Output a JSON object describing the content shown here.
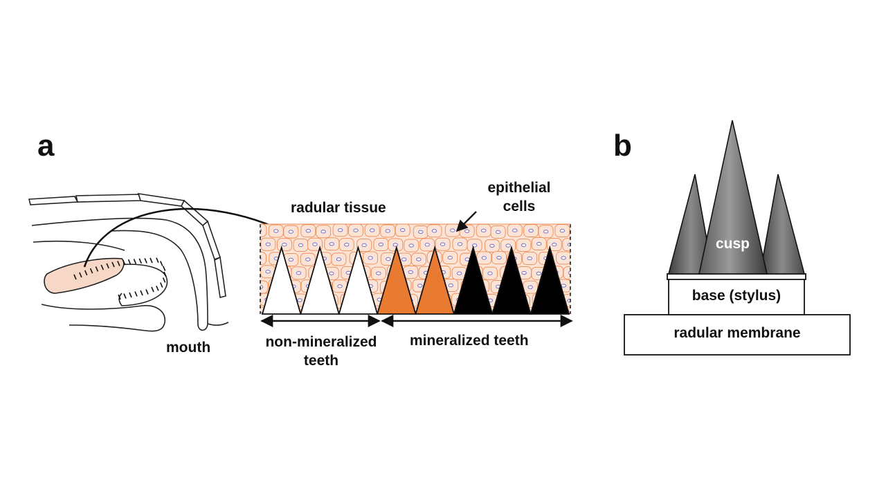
{
  "panels": {
    "a": {
      "letter": "a",
      "labels": {
        "radular_tissue": "radular tissue",
        "epithelial_cells": "epithelial\ncells",
        "mouth": "mouth",
        "non_mineralized": "non-mineralized\nteeth",
        "mineralized": "mineralized teeth"
      },
      "teeth": [
        {
          "kind": "non-mineralized"
        },
        {
          "kind": "non-mineralized"
        },
        {
          "kind": "non-mineralized"
        },
        {
          "kind": "mineralizing"
        },
        {
          "kind": "mineralizing"
        },
        {
          "kind": "mineralized"
        },
        {
          "kind": "mineralized"
        },
        {
          "kind": "mineralized"
        }
      ]
    },
    "b": {
      "letter": "b",
      "labels": {
        "cusp": "cusp",
        "base": "base (stylus)",
        "membrane": "radular membrane"
      }
    }
  },
  "colors": {
    "tissue_fill": "#fbe3d6",
    "cell_outline": "#ee8a50",
    "nucleus_outline": "#7b6fc4",
    "tooth_white": "#ffffff",
    "tooth_orange": "#e87a32",
    "tooth_black": "#000000",
    "tongue_fill": "#f7d8c6"
  }
}
